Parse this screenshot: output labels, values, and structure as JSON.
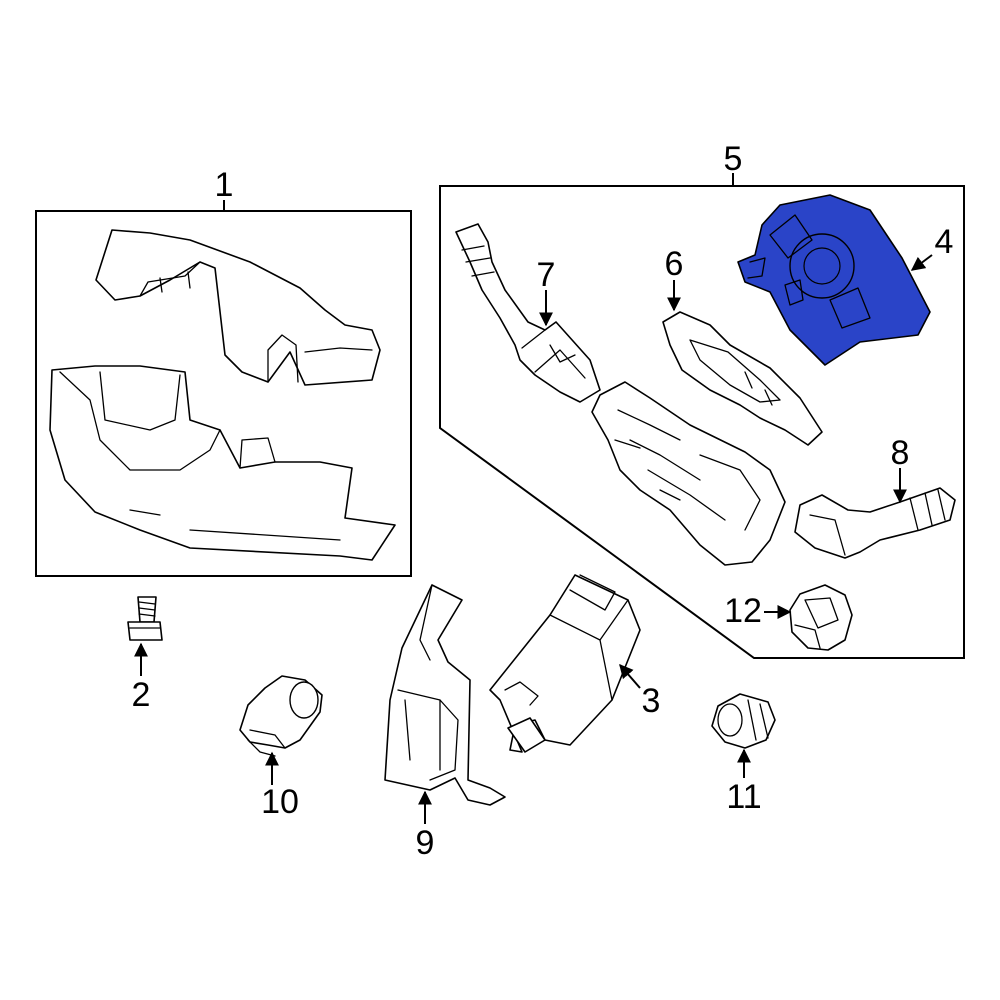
{
  "diagram": {
    "highlight_color": "#2a44c8",
    "callouts": {
      "c1": "1",
      "c2": "2",
      "c3": "3",
      "c4": "4",
      "c5": "5",
      "c6": "6",
      "c7": "7",
      "c8": "8",
      "c9": "9",
      "c10": "10",
      "c11": "11",
      "c12": "12"
    },
    "highlighted_part": "4"
  }
}
